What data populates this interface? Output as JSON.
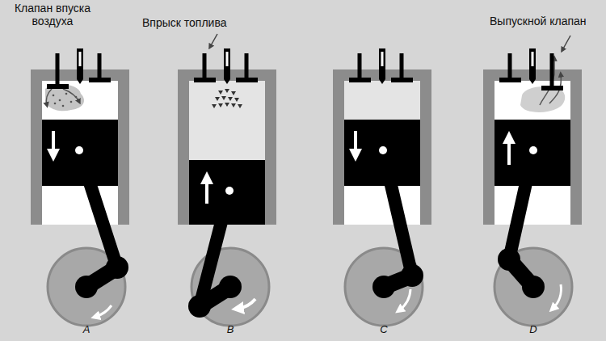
{
  "diagram": {
    "labels": [
      "Клапан впуска воздуха",
      "Впрыск топлива",
      "Выпускной клапан",
      "A",
      "B",
      "C",
      "D"
    ]
  }
}
